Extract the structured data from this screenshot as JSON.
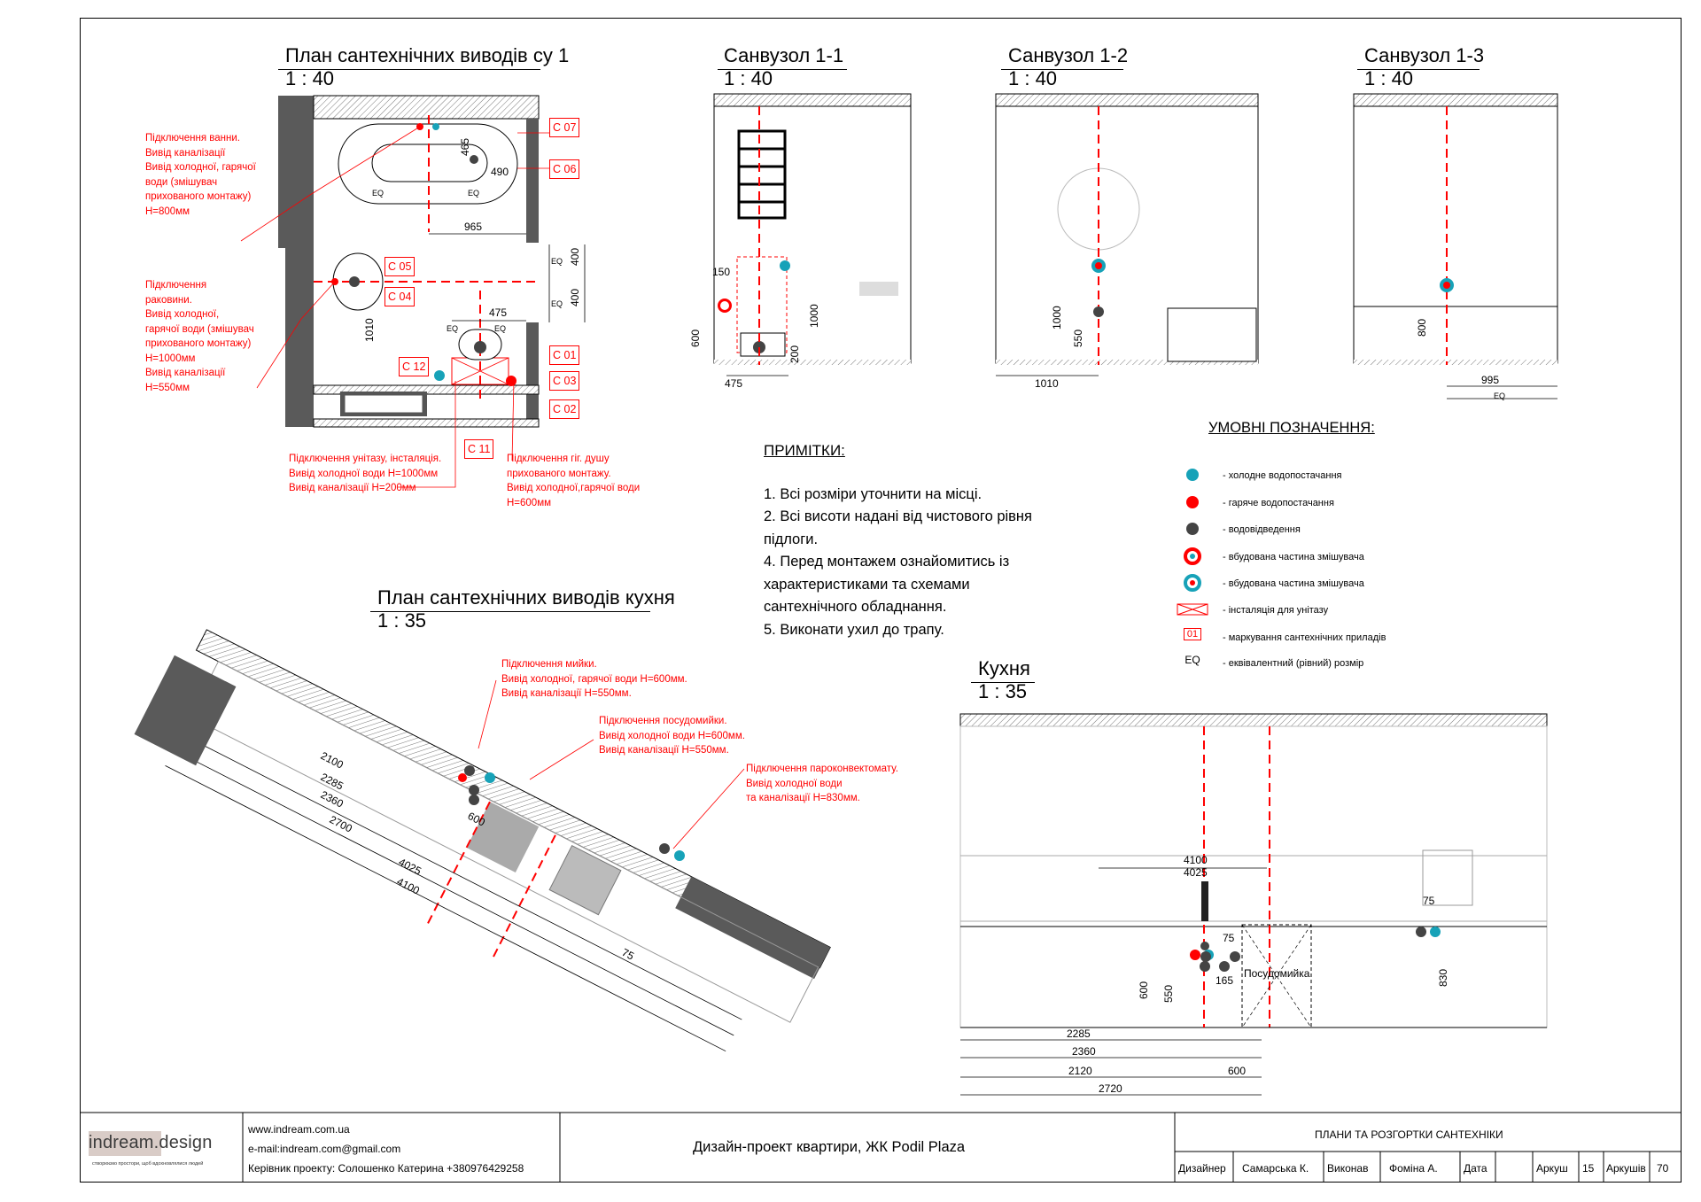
{
  "titles": {
    "bath_plan": "План сантехнічних виводів су 1",
    "bath_plan_scale": "1 : 40",
    "san11": "Санвузол 1-1",
    "san11_scale": "1 : 40",
    "san12": "Санвузол 1-2",
    "san12_scale": "1 : 40",
    "san13": "Санвузол 1-3",
    "san13_scale": "1 : 40",
    "kitchen_plan": "План сантехнічних виводів кухня",
    "kitchen_plan_scale": "1 : 35",
    "kitchen": "Кухня",
    "kitchen_scale": "1 : 35"
  },
  "notes_left": {
    "bath": "Підключення ванни.\nВивід каналізації\nВивід холодної, гарячої\nводи (змішувач\nприхованого монтажу)\nH=800мм",
    "sink": "Підключення\nраковини.\nВивід холодної,\nгарячої води (змішувач\nприхованого монтажу)\nH=1000мм\nВивід каналізації\nH=550мм",
    "toilet": "Підключення унітазу, інсталяція.\nВивід холодної води H=1000мм\nВивід каналізації H=200мм",
    "shower": "Підключення гіг. душу\nприхованого монтажу.\nВивід холодної,гарячої води\nH=600мм"
  },
  "notes_kitchen": {
    "sink": "Підключення мийки.\nВивід холодної, гарячої води H=600мм.\nВивід каналізації H=550мм.",
    "dishwasher": "Підключення посудомийки.\nВивід холодної води H=600мм.\nВивід каналізації H=550мм.",
    "oven": "Підключення пароконвектомату.\nВивід холодної води\nта каналізації H=830мм."
  },
  "tags": {
    "c07": "С 07",
    "c06": "С 06",
    "c05": "С 05",
    "c04": "С 04",
    "c01": "С 01",
    "c03": "С 03",
    "c02": "С 02",
    "c12": "С 12",
    "c11": "С 11"
  },
  "notes": {
    "heading": "ПРИМІТКИ:",
    "items": [
      "1. Всі розміри уточнити на місці.",
      "2. Всі висоти надані від чистового рівня\nпідлоги.",
      "4. Перед монтажем ознайомитись із\nхарактеристиками та схемами\nсантехнічного обладнання.",
      "5. Виконати ухил до трапу."
    ]
  },
  "legend": {
    "heading": "УМОВНІ ПОЗНАЧЕННЯ:",
    "items": [
      {
        "label": "- холодне водопостачання",
        "icon": "cold-water-icon"
      },
      {
        "label": "- гаряче водопостачання",
        "icon": "hot-water-icon"
      },
      {
        "label": "- водовідведення",
        "icon": "drain-icon"
      },
      {
        "label": "- вбудована частина змішувача",
        "icon": "mixer-red-icon"
      },
      {
        "label": "- вбудована частина змішувача",
        "icon": "mixer-cyan-icon"
      },
      {
        "label": "- інсталяція для унітазу",
        "icon": "installation-icon"
      },
      {
        "label": "- маркування сантехнічних приладів",
        "icon": "marking-icon",
        "symbol": "01"
      },
      {
        "label": "- еквівалентний (рівний) розмір",
        "icon": "eq-icon",
        "symbol": "EQ"
      }
    ]
  },
  "dims": {
    "bath_465": "465",
    "bath_490": "490",
    "bath_965": "965",
    "bath_400a": "400",
    "bath_400b": "400",
    "bath_475": "475",
    "bath_1010": "1010",
    "eq": "EQ",
    "s11_150": "150",
    "s11_1000": "1000",
    "s11_600": "600",
    "s11_200": "200",
    "s11_475": "475",
    "s12_1000": "1000",
    "s12_550": "550",
    "s12_1010": "1010",
    "s13_800": "800",
    "s13_995": "995",
    "kp_2100": "2100",
    "kp_2285": "2285",
    "kp_2360": "2360",
    "kp_2700": "2700",
    "kp_4025": "4025",
    "kp_4100": "4100",
    "kp_600": "600",
    "kp_75": "75",
    "k_4100": "4100",
    "k_4025": "4025",
    "k_75a": "75",
    "k_75b": "75",
    "k_165": "165",
    "k_600v": "600",
    "k_550v": "550",
    "k_830": "830",
    "k_2285": "2285",
    "k_2360": "2360",
    "k_2120": "2120",
    "k_2720": "2720",
    "k_600": "600",
    "dishwasher_label": "Посудомийка"
  },
  "titleblock": {
    "logo": "indream.design",
    "logo_sub": "створюємо простори, щоб вдохновлялися людей",
    "site": "www.indream.com.ua",
    "email": "e-mail:indream.com@gmail.com",
    "manager": "Керівник проекту:  Солошенко Катерина +380976429258",
    "project": "Дизайн-проект квартири, ЖК  Podil Plaza",
    "sheet_title": "ПЛАНИ ТА РОЗГОРТКИ САНТЕХНІКИ",
    "designer_label": "Дизайнер",
    "designer": "Самарська К.",
    "executor_label": "Виконав",
    "executor": "Фоміна А.",
    "date_label": "Дата",
    "sheet_label": "Аркуш",
    "sheet": "15",
    "sheets_label": "Аркушів",
    "sheets": "70"
  },
  "colors": {
    "cold": "#17a2b8",
    "hot": "#ff0000",
    "drain": "#444444",
    "wall": "#5a5a5a"
  }
}
